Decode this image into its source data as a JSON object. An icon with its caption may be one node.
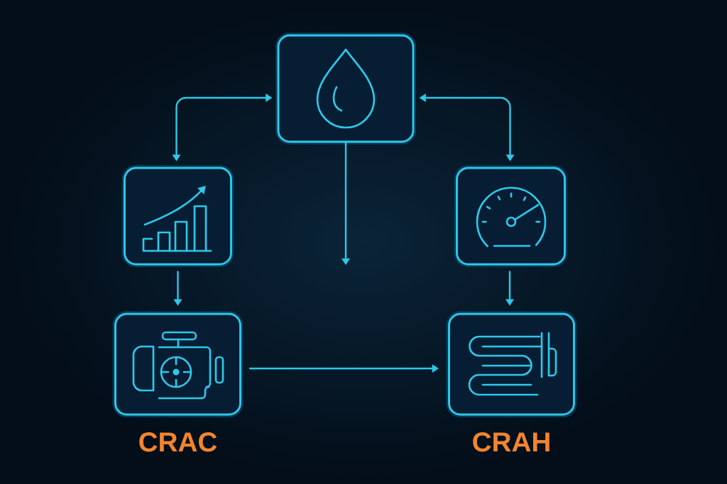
{
  "diagram": {
    "nodes": [
      {
        "text": [],
        "shape": "box"
      },
      {
        "text": [],
        "shape": "box"
      },
      {
        "text": [],
        "shape": "box"
      },
      {
        "text": [],
        "shape": "box",
        "beside": [
          "CRAC"
        ]
      },
      {
        "text": [],
        "shape": "box",
        "beside": [
          "CRAH"
        ]
      }
    ],
    "edges": [
      {
        "from": 0,
        "to": 1,
        "arrow": "both"
      },
      {
        "from": 0,
        "to": 2,
        "arrow": "both"
      },
      {
        "from": 0,
        "to": null,
        "arrow": "to"
      },
      {
        "from": 1,
        "to": 3,
        "arrow": "to"
      },
      {
        "from": 2,
        "to": 4,
        "arrow": "to"
      },
      {
        "from": 3,
        "to": 4,
        "arrow": "to"
      }
    ]
  }
}
